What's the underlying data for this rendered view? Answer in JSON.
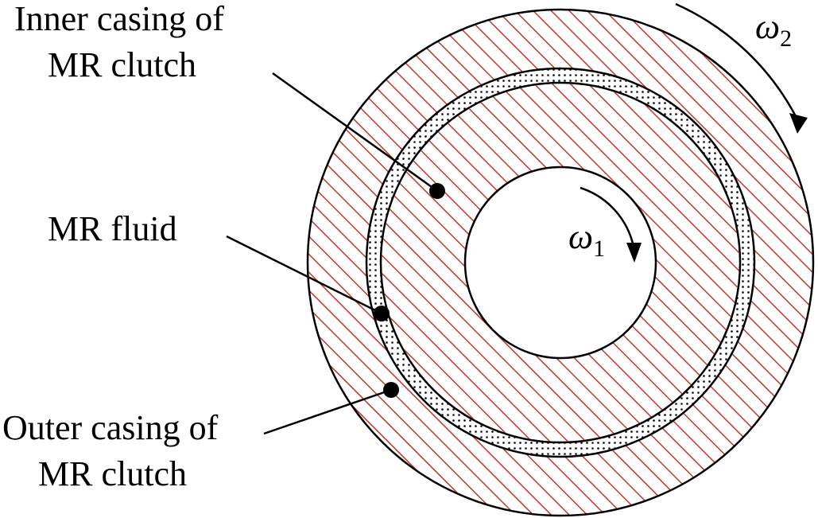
{
  "labels": {
    "inner_casing_line1": "Inner casing of",
    "inner_casing_line2": "MR clutch",
    "mr_fluid": "MR fluid",
    "outer_casing_line1": "Outer casing of",
    "outer_casing_line2": "MR clutch"
  },
  "omega_outer": {
    "symbol": "ω",
    "subscript": "2"
  },
  "omega_inner": {
    "symbol": "ω",
    "subscript": "1"
  },
  "colors": {
    "hatch": "#c0392b",
    "stroke": "#000000",
    "fluid_dots": "#000000",
    "background": "#ffffff"
  }
}
